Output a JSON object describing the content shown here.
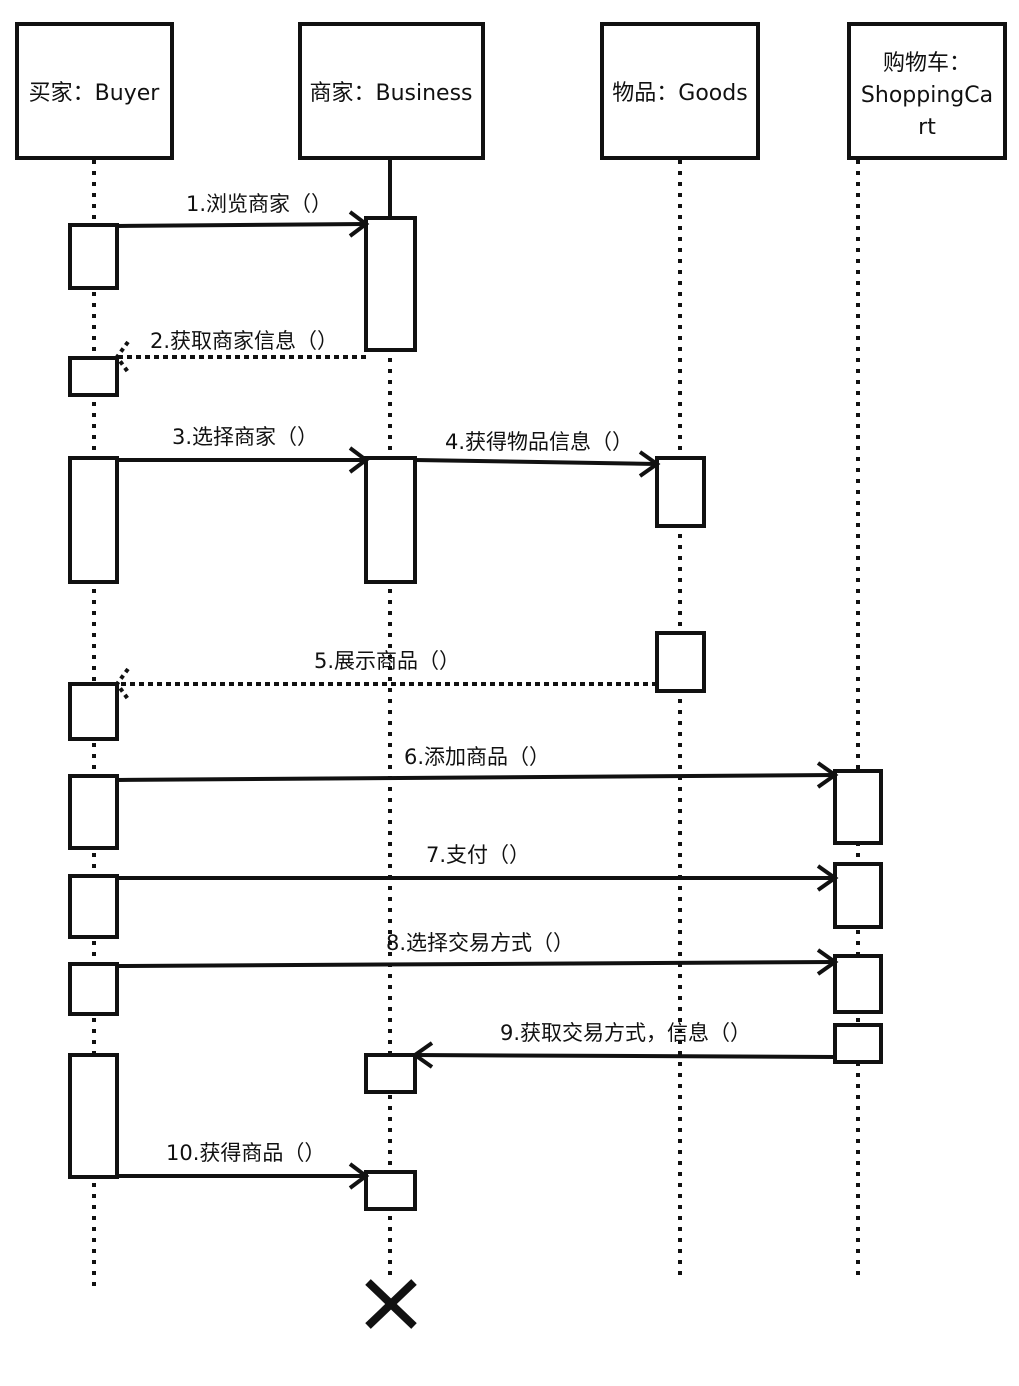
{
  "participants": [
    {
      "id": "buyer",
      "lines": [
        "买家：Buyer"
      ]
    },
    {
      "id": "business",
      "lines": [
        "商家：Business"
      ]
    },
    {
      "id": "goods",
      "lines": [
        "物品：Goods"
      ]
    },
    {
      "id": "cart",
      "lines": [
        "购物车：",
        "ShoppingCa",
        "rt"
      ]
    }
  ],
  "messages": [
    {
      "id": "m1",
      "label": "1.浏览商家（）",
      "from": "buyer",
      "to": "business",
      "kind": "sync"
    },
    {
      "id": "m2",
      "label": "2.获取商家信息（）",
      "from": "business",
      "to": "buyer",
      "kind": "return"
    },
    {
      "id": "m3",
      "label": "3.选择商家（）",
      "from": "buyer",
      "to": "business",
      "kind": "sync"
    },
    {
      "id": "m4",
      "label": "4.获得物品信息（）",
      "from": "business",
      "to": "goods",
      "kind": "sync"
    },
    {
      "id": "m5",
      "label": "5.展示商品（）",
      "from": "goods",
      "to": "buyer",
      "kind": "return"
    },
    {
      "id": "m6",
      "label": "6.添加商品（）",
      "from": "buyer",
      "to": "cart",
      "kind": "sync"
    },
    {
      "id": "m7",
      "label": "7.支付（）",
      "from": "buyer",
      "to": "cart",
      "kind": "sync"
    },
    {
      "id": "m8",
      "label": "8.选择交易方式（）",
      "from": "buyer",
      "to": "cart",
      "kind": "sync"
    },
    {
      "id": "m9",
      "label": "9.获取交易方式，信息（）",
      "from": "cart",
      "to": "business",
      "kind": "sync"
    },
    {
      "id": "m10",
      "label": "10.获得商品（）",
      "from": "buyer",
      "to": "business",
      "kind": "sync"
    }
  ],
  "destroy": {
    "participant": "business",
    "icon": "destroy-x-icon"
  }
}
